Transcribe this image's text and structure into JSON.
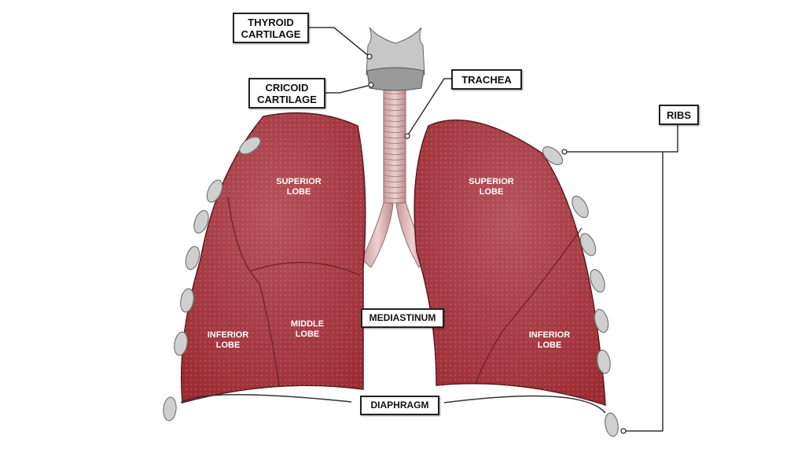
{
  "labels": {
    "thyroid": [
      "THYROID",
      "CARTILAGE"
    ],
    "cricoid": [
      "CRICOID",
      "CARTILAGE"
    ],
    "trachea": "TRACHEA",
    "ribs": "RIBS",
    "mediastinum": "MEDIASTINUM",
    "diaphragm": "DIAPHRAGM"
  },
  "lobes": {
    "left_superior": [
      "SUPERIOR",
      "LOBE"
    ],
    "left_middle": [
      "MIDDLE",
      "LOBE"
    ],
    "left_inferior": [
      "INFERIOR",
      "LOBE"
    ],
    "right_superior": [
      "SUPERIOR",
      "LOBE"
    ],
    "right_inferior": [
      "INFERIOR",
      "LOBE"
    ]
  },
  "colors": {
    "lung": "#a8363c",
    "trachea": "#d9b1b1",
    "cartilage": "#bdbdbd",
    "rib": "#c8c8c8"
  }
}
